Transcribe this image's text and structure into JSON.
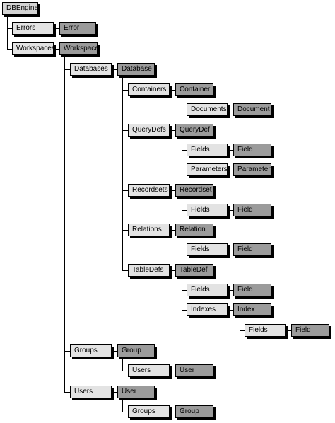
{
  "root": "DBEngine",
  "errors": {
    "collection": "Errors",
    "object": "Error"
  },
  "workspaces": {
    "collection": "Workspaces",
    "object": "Workspace"
  },
  "databases": {
    "collection": "Databases",
    "object": "Database"
  },
  "containers": {
    "collection": "Containers",
    "object": "Container"
  },
  "documents": {
    "collection": "Documents",
    "object": "Document"
  },
  "querydefs": {
    "collection": "QueryDefs",
    "object": "QueryDef"
  },
  "querydef_fields": {
    "collection": "Fields",
    "object": "Field"
  },
  "querydef_parameters": {
    "collection": "Parameters",
    "object": "Parameter"
  },
  "recordsets": {
    "collection": "Recordsets",
    "object": "Recordset"
  },
  "recordset_fields": {
    "collection": "Fields",
    "object": "Field"
  },
  "relations": {
    "collection": "Relations",
    "object": "Relation"
  },
  "relation_fields": {
    "collection": "Fields",
    "object": "Field"
  },
  "tabledefs": {
    "collection": "TableDefs",
    "object": "TableDef"
  },
  "tabledef_fields": {
    "collection": "Fields",
    "object": "Field"
  },
  "indexes": {
    "collection": "Indexes",
    "object": "Index"
  },
  "index_fields": {
    "collection": "Fields",
    "object": "Field"
  },
  "groups": {
    "collection": "Groups",
    "object": "Group"
  },
  "group_users": {
    "collection": "Users",
    "object": "User"
  },
  "users": {
    "collection": "Users",
    "object": "User"
  },
  "user_groups": {
    "collection": "Groups",
    "object": "Group"
  }
}
